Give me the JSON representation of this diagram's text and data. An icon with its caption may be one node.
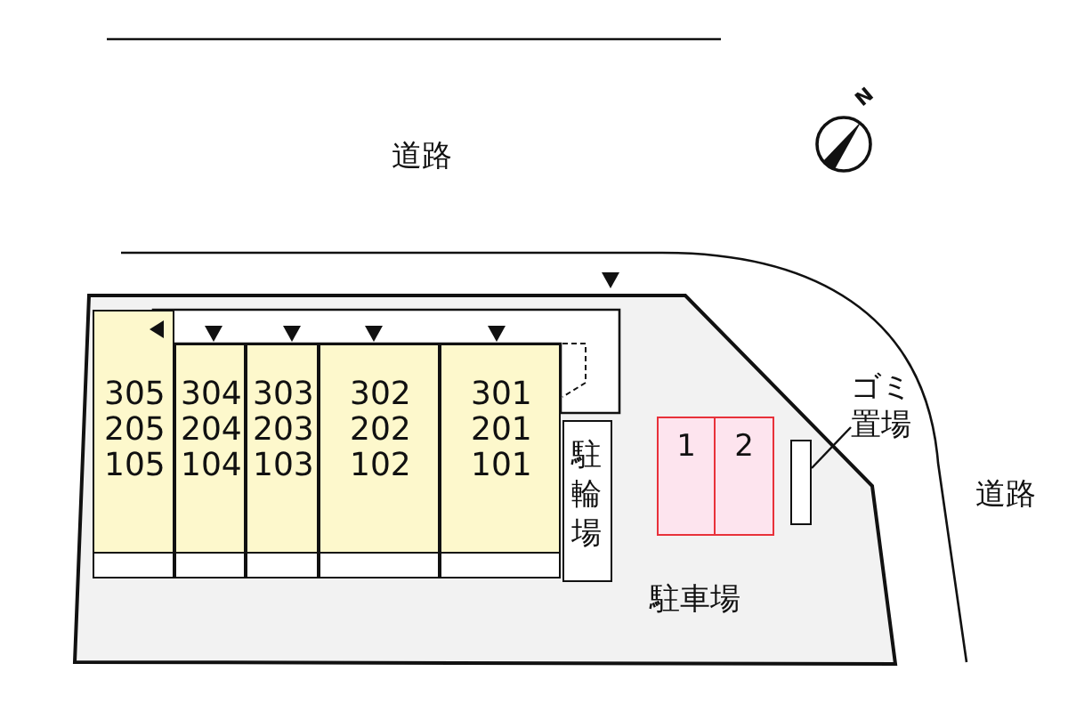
{
  "diagram": {
    "nodes": [
      {
        "text": [
          "駐車場"
        ]
      },
      {
        "text": [
          "305 205 105"
        ],
        "in": 0
      },
      {
        "text": [
          "304 204 104"
        ],
        "in": 0
      },
      {
        "text": [
          "303 203 103"
        ],
        "in": 0
      },
      {
        "text": [
          "302 202 102"
        ],
        "in": 0
      },
      {
        "text": [
          "301 201 101"
        ],
        "in": 0
      },
      {
        "text": [
          "駐輪場"
        ],
        "in": 0
      },
      {
        "text": [
          "1"
        ],
        "in": 0
      },
      {
        "text": [
          "2"
        ],
        "in": 0
      },
      {
        "text": [],
        "shape": "box",
        "in": 0
      },
      {
        "text": [
          "ゴミ置場"
        ]
      }
    ],
    "edges": [
      {
        "from": 10,
        "to": 9,
        "arrow": "none"
      }
    ],
    "labels": [
      "道路",
      "N",
      "道路"
    ]
  }
}
